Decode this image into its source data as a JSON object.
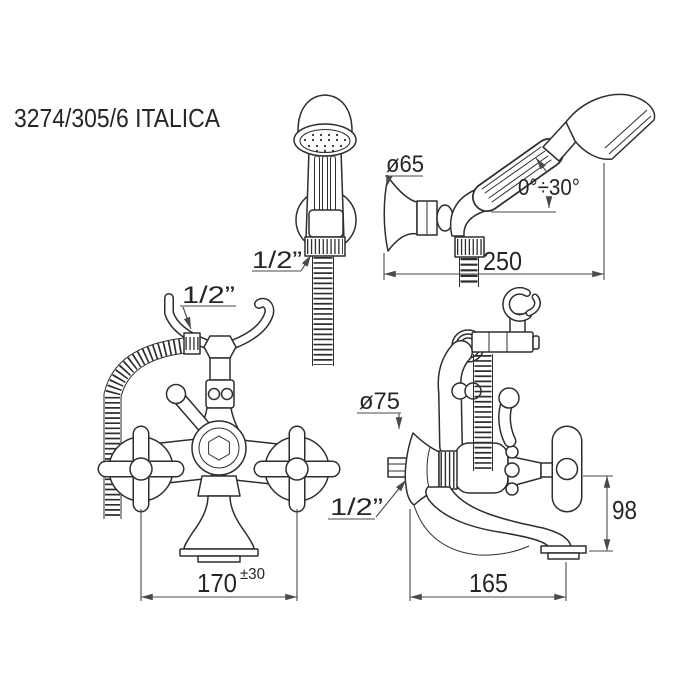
{
  "title": "3274/305/6 ITALICA",
  "colors": {
    "line": "#2e2e2e",
    "dimension": "#4a4a4a",
    "background": "#ffffff"
  },
  "annotations": {
    "holder_view": {
      "hose_thread": "1/2”"
    },
    "bracket_view": {
      "flange_diameter": "ø65",
      "tilt_range": "0°÷30°",
      "reach": "250"
    },
    "front_view": {
      "shower_outlet_thread": "1/2”",
      "inlet_distance": "170",
      "inlet_tolerance": "±30"
    },
    "side_view": {
      "flange_diameter": "ø75",
      "inlet_thread": "1/2”",
      "spout_height": "98",
      "spout_reach": "165"
    }
  }
}
